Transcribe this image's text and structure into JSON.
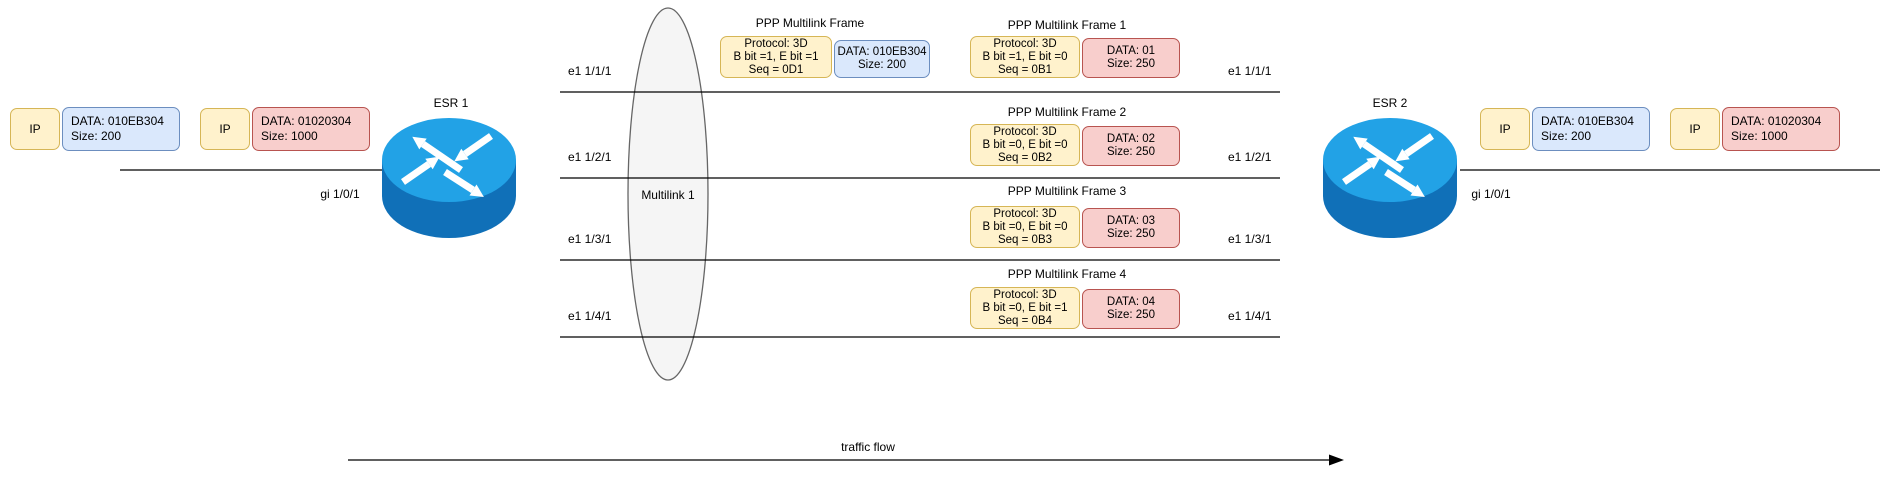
{
  "packets_left": [
    {
      "header": "IP",
      "data": "DATA: 010EB304",
      "size": "Size: 200"
    },
    {
      "header": "IP",
      "data": "DATA: 01020304",
      "size": "Size: 1000"
    }
  ],
  "packets_right": [
    {
      "header": "IP",
      "data": "DATA: 010EB304",
      "size": "Size: 200"
    },
    {
      "header": "IP",
      "data": "DATA: 01020304",
      "size": "Size: 1000"
    }
  ],
  "routers": [
    {
      "name": "ESR 1",
      "interface": "gi 1/0/1"
    },
    {
      "name": "ESR 2",
      "interface": "gi 1/0/1"
    }
  ],
  "multilink": {
    "label": "Multilink 1",
    "links": [
      {
        "left": "e1 1/1/1",
        "right": "e1 1/1/1"
      },
      {
        "left": "e1 1/2/1",
        "right": "e1 1/2/1"
      },
      {
        "left": "e1 1/3/1",
        "right": "e1 1/3/1"
      },
      {
        "left": "e1 1/4/1",
        "right": "e1 1/4/1"
      }
    ]
  },
  "aggregate_frame": {
    "title": "PPP Multilink Frame",
    "protocol": "Protocol: 3D",
    "bits": "B bit =1, E bit =1",
    "seq": "Seq = 0D1",
    "data": "DATA: 010EB304",
    "size": "Size: 200"
  },
  "fragment_frames": [
    {
      "title": "PPP Multilink Frame 1",
      "protocol": "Protocol: 3D",
      "bits": "B bit =1, E bit =0",
      "seq": "Seq = 0B1",
      "data": "DATA: 01",
      "size": "Size: 250"
    },
    {
      "title": "PPP Multilink Frame 2",
      "protocol": "Protocol: 3D",
      "bits": "B bit =0, E bit =0",
      "seq": "Seq = 0B2",
      "data": "DATA: 02",
      "size": "Size: 250"
    },
    {
      "title": "PPP Multilink Frame 3",
      "protocol": "Protocol: 3D",
      "bits": "B bit =0, E bit =0",
      "seq": "Seq = 0B3",
      "data": "DATA: 03",
      "size": "Size: 250"
    },
    {
      "title": "PPP Multilink Frame 4",
      "protocol": "Protocol: 3D",
      "bits": "B bit =0, E bit =1",
      "seq": "Seq = 0B4",
      "data": "DATA: 04",
      "size": "Size: 250"
    }
  ],
  "traffic_flow": {
    "label": "traffic flow"
  },
  "colors": {
    "yellow_fill": "#FFF2CC",
    "yellow_stroke": "#D6B656",
    "blue_fill": "#DAE8FC",
    "blue_stroke": "#6C8EBF",
    "red_fill": "#F8CECC",
    "red_stroke": "#B85450",
    "router_top": "#22A2E6",
    "router_side": "#1070B8",
    "ellipse_fill": "#F5F5F5",
    "ellipse_stroke": "#666666",
    "line": "#000000"
  }
}
